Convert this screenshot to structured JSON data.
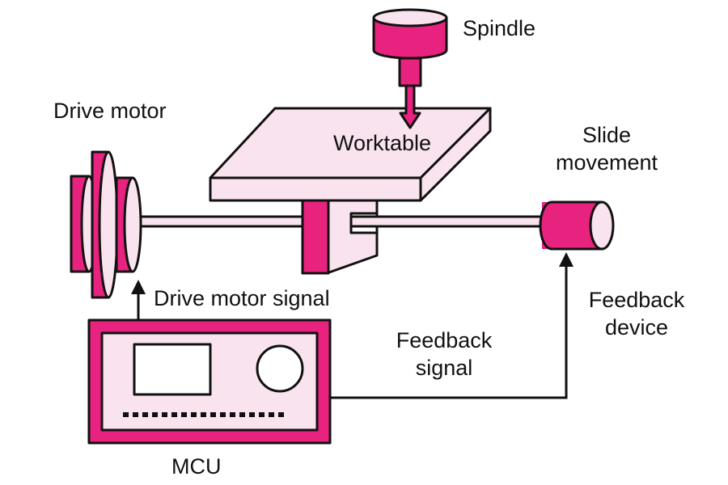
{
  "labels": {
    "spindle": "Spindle",
    "drive_motor": "Drive motor",
    "worktable": "Worktable",
    "slide_movement_line1": "Slide",
    "slide_movement_line2": "movement",
    "drive_motor_signal": "Drive motor signal",
    "feedback_device_line1": "Feedback",
    "feedback_device_line2": "device",
    "feedback_signal_line1": "Feedback",
    "feedback_signal_line2": "signal",
    "mcu": "MCU"
  },
  "colors": {
    "accent": "#e8237f",
    "light_pink": "#f9e3ee",
    "outline": "#111111",
    "background": "#ffffff"
  }
}
